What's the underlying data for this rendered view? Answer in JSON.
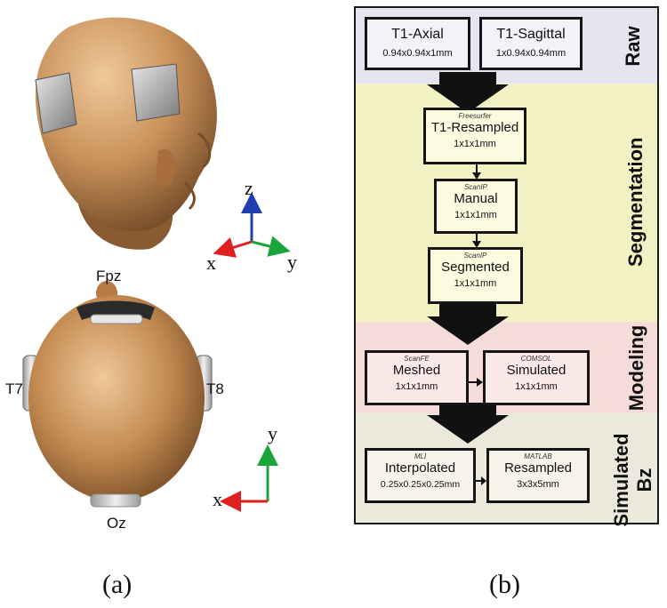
{
  "panel_a": {
    "caption": "(a)",
    "axes_3d": {
      "z": "z",
      "x": "x",
      "y": "y"
    },
    "axes_2d": {
      "y": "y",
      "x": "x"
    },
    "electrodes": {
      "front": "Fpz",
      "left": "T7",
      "right": "T8",
      "back": "Oz"
    }
  },
  "panel_b": {
    "caption": "(b)",
    "bands": [
      {
        "label": "Raw",
        "color": "#e4e5f1"
      },
      {
        "label": "Segmentation",
        "color": "#f1f1c4"
      },
      {
        "label": "Modeling",
        "color": "#f6dcd9"
      },
      {
        "label": "Simulated\nBz",
        "color": "#ebe9dc"
      }
    ],
    "boxes": {
      "t1_axial": {
        "software": "",
        "name": "T1-Axial",
        "res": "0.94x0.94x1mm"
      },
      "t1_sagittal": {
        "software": "",
        "name": "T1-Sagittal",
        "res": "1x0.94x0.94mm"
      },
      "t1_resampled": {
        "software": "Freesurfer",
        "name": "T1-Resampled",
        "res": "1x1x1mm"
      },
      "manual": {
        "software": "ScanIP",
        "name": "Manual",
        "res": "1x1x1mm"
      },
      "segmented": {
        "software": "ScanIP",
        "name": "Segmented",
        "res": "1x1x1mm"
      },
      "meshed": {
        "software": "ScanFE",
        "name": "Meshed",
        "res": "1x1x1mm"
      },
      "simulated": {
        "software": "COMSOL",
        "name": "Simulated",
        "res": "1x1x1mm"
      },
      "interpolated": {
        "software": "MLI",
        "name": "Interpolated",
        "res": "0.25x0.25x0.25mm"
      },
      "resampled": {
        "software": "MATLAB",
        "name": "Resampled",
        "res": "3x3x5mm"
      }
    }
  },
  "colors": {
    "axis_x": "#e02020",
    "axis_y": "#1aa53a",
    "axis_z": "#1f3fb0",
    "skin": "#c8915a"
  }
}
